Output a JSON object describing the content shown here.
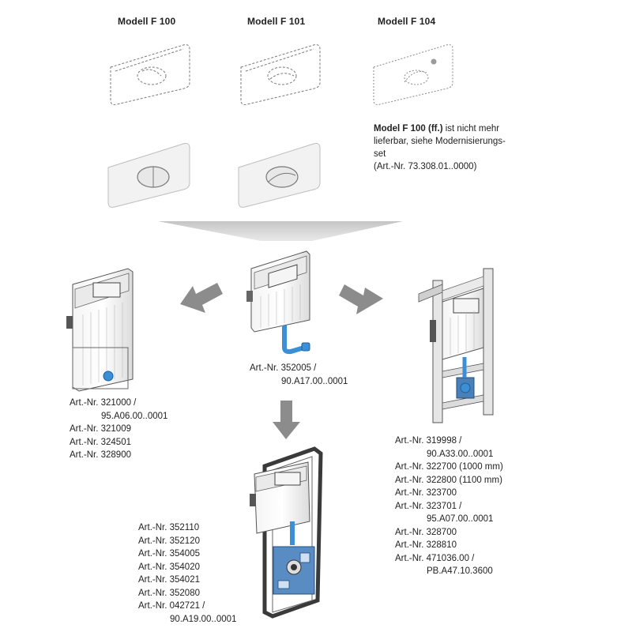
{
  "models": [
    {
      "title": "Modell F 100"
    },
    {
      "title": "Modell F 101"
    },
    {
      "title": "Modell F 104"
    }
  ],
  "note": {
    "bold": "Model F 100 (ff.)",
    "text1": " ist nicht mehr",
    "line2": "lieferbar, siehe Modernisierungs-",
    "line3": "set",
    "line4": "(Art.-Nr. 73.308.01..0000)"
  },
  "center_unit": {
    "lines": [
      "Art.-Nr. 352005 /",
      "90.A17.00..0001"
    ]
  },
  "left_unit": {
    "lines": [
      "Art.-Nr. 321000 /",
      "95.A06.00..0001",
      "Art.-Nr. 321009",
      "Art.-Nr. 324501",
      "Art.-Nr. 328900"
    ]
  },
  "right_unit": {
    "lines": [
      "Art.-Nr. 319998 /",
      "90.A33.00..0001",
      "Art.-Nr. 322700 (1000 mm)",
      "Art.-Nr. 322800 (1100 mm)",
      "Art.-Nr. 323700",
      "Art.-Nr. 323701 /",
      "95.A07.00..0001",
      "Art.-Nr. 328700",
      "Art.-Nr. 328810",
      "Art.-Nr. 471036.00 /",
      "PB.A47.10.3600"
    ]
  },
  "bottom_unit": {
    "lines": [
      "Art.-Nr. 352110",
      "Art.-Nr. 352120",
      "Art.-Nr. 354005",
      "Art.-Nr. 354020",
      "Art.-Nr. 354021",
      "Art.-Nr.  352080",
      "Art.-Nr. 042721 /",
      "90.A19.00..0001"
    ]
  },
  "colors": {
    "arrow": "#8c8c8c",
    "pipe": "#3a8fd6",
    "frame": "#4a4a4a",
    "plate_fill": "#f3f3f3"
  }
}
